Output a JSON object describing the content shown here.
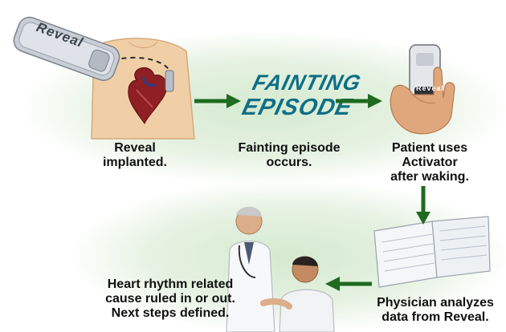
{
  "steps": [
    {
      "id": "implant",
      "caption": "Reveal\nimplanted."
    },
    {
      "id": "fainting",
      "caption": "Fainting episode\noccurs."
    },
    {
      "id": "activator",
      "caption": "Patient uses\nActivator\nafter waking."
    },
    {
      "id": "analyze",
      "caption": "Physician analyzes\ndata from Reveal."
    },
    {
      "id": "outcome",
      "caption": "Heart rhythm related\ncause ruled in or out.\nNext steps defined."
    }
  ],
  "graphic_text": {
    "fainting_word": "FAINTING",
    "episode_word": "EPISODE",
    "device_logo": "Reveal"
  },
  "colors": {
    "arrow": "#1f6b1f",
    "wordmark": "#0e6f86",
    "glow": "#d5ead0"
  }
}
